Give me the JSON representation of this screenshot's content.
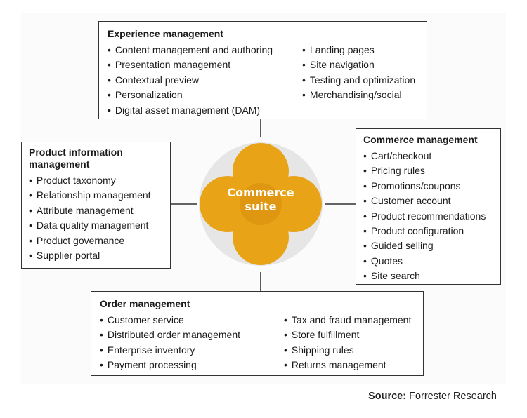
{
  "experience": {
    "title": "Experience management",
    "col1": [
      "Content management and authoring",
      "Presentation management",
      "Contextual preview",
      "Personalization",
      "Digital asset management (DAM)"
    ],
    "col2": [
      "Landing pages",
      "Site navigation",
      "Testing and optimization",
      "Merchandising/social"
    ]
  },
  "pim": {
    "title": "Product information management",
    "items": [
      "Product taxonomy",
      "Relationship management",
      "Attribute management",
      "Data quality management",
      "Product governance",
      "Supplier portal"
    ]
  },
  "commerce": {
    "title": "Commerce management",
    "items": [
      "Cart/checkout",
      "Pricing rules",
      "Promotions/coupons",
      "Customer account",
      "Product recommendations",
      "Product configuration",
      "Guided selling",
      "Quotes",
      "Site search"
    ]
  },
  "order": {
    "title": "Order management",
    "col1": [
      "Customer service",
      "Distributed order management",
      "Enterprise inventory",
      "Payment processing"
    ],
    "col2": [
      "Tax and fraud management",
      "Store fulfillment",
      "Shipping rules",
      "Returns management"
    ]
  },
  "hub": {
    "line1": "Commerce",
    "line2": "suite"
  },
  "source": {
    "label": "Source:",
    "text": "Forrester Research"
  },
  "colors": {
    "hub_orange": "#e8a317",
    "hub_overlap": "#d98c0a",
    "hub_ring": "#e6e6e6",
    "line": "#333333"
  }
}
